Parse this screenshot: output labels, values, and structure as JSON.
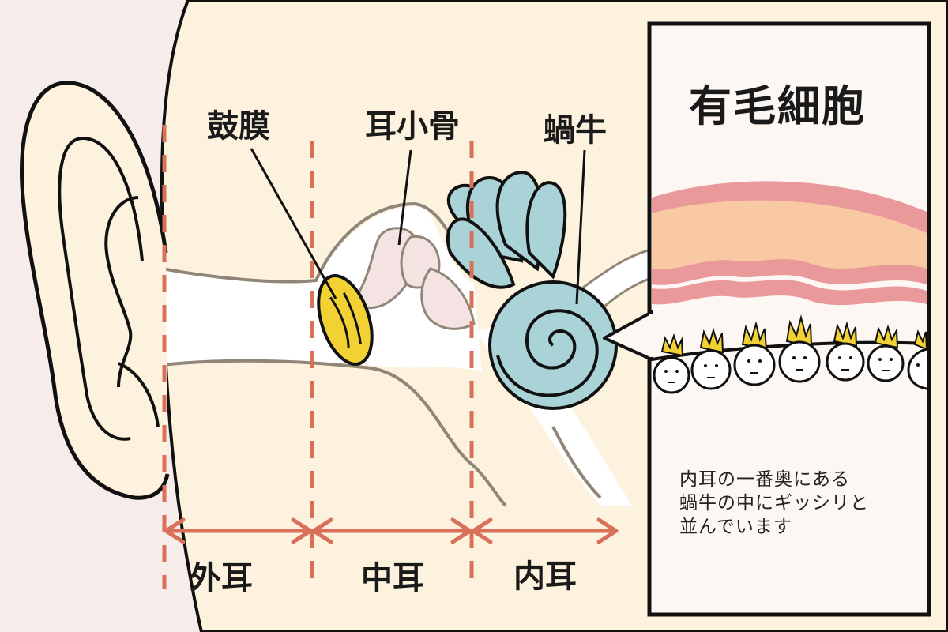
{
  "labels": {
    "eardrum": "鼓膜",
    "ossicles": "耳小骨",
    "cochlea": "蝸牛"
  },
  "regions": {
    "outer_ear": "外耳",
    "middle_ear": "中耳",
    "inner_ear": "内耳"
  },
  "panel": {
    "title": "有毛細胞",
    "description_lines": [
      "内耳の一番奥にある",
      "蝸牛の中にギッシリと",
      "並んでいます"
    ]
  },
  "colors": {
    "skin": "#fcf2dd",
    "background": "#f6ecea",
    "divider": "#d9705a",
    "eardrum": "#f2d233",
    "cochlea": "#a9d3d6",
    "ossicle": "#f4e3e2",
    "gum_pink": "#e9999a",
    "tissue": "#f8c9a3"
  },
  "icons": {
    "hair_cell": "smiling-face-with-spiky-hair"
  }
}
